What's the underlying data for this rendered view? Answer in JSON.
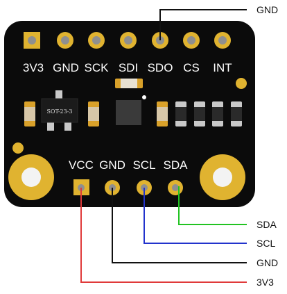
{
  "board": {
    "top_pins": [
      "3V3",
      "GND",
      "SCK",
      "SDI",
      "SDO",
      "CS",
      "INT"
    ],
    "bottom_pins": [
      "VCC",
      "GND",
      "SCL",
      "SDA"
    ],
    "regulator_marking": "SOT-23-3"
  },
  "wires": [
    {
      "id": "gnd-top",
      "label": "GND",
      "color": "#111111"
    },
    {
      "id": "sda",
      "label": "SDA",
      "color": "#22c322"
    },
    {
      "id": "scl",
      "label": "SCL",
      "color": "#2233cc"
    },
    {
      "id": "gnd-bottom",
      "label": "GND",
      "color": "#111111"
    },
    {
      "id": "vcc",
      "label": "3V3",
      "color": "#e03a3a"
    }
  ],
  "colors": {
    "pcb": "#0b0b0b",
    "pad_gold": "#e0b330",
    "silkscreen": "#ffffff"
  }
}
